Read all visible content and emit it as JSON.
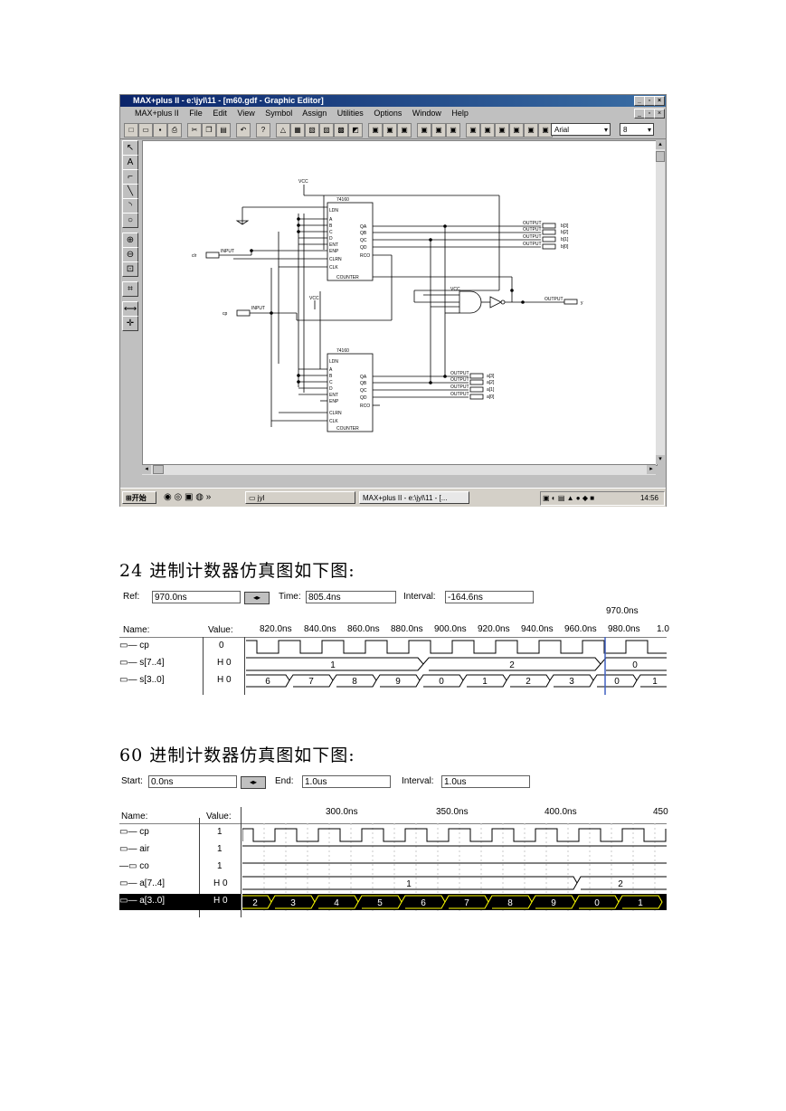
{
  "editor": {
    "title": "MAX+plus II - e:\\jyl\\11 - [m60.gdf - Graphic Editor]",
    "menu": [
      "MAX+plus II",
      "File",
      "Edit",
      "View",
      "Symbol",
      "Assign",
      "Utilities",
      "Options",
      "Window",
      "Help"
    ],
    "font_name": "Arial",
    "font_size": "8",
    "schematic": {
      "chip_name": "74160",
      "chip_footer": "COUNTER",
      "pins_left": [
        "LDN",
        "A",
        "B",
        "C",
        "D",
        "ENT",
        "ENP",
        "CLRN",
        "CLK"
      ],
      "pins_right": [
        "QA",
        "QB",
        "QC",
        "QD",
        "RCO"
      ],
      "vcc": "VCC",
      "input_label": "INPUT",
      "output_label": "OUTPUT",
      "input_cp": "cp",
      "input_clr": "clr",
      "output_y": "y",
      "outputs_top": [
        "b[3]",
        "b[2]",
        "b[1]",
        "b[0]"
      ],
      "outputs_bottom": [
        "a[3]",
        "a[2]",
        "a[1]",
        "a[0]"
      ]
    },
    "taskbar": {
      "start": "开始",
      "folder": "jyl",
      "app": "MAX+plus II - e:\\jyl\\11 - [...",
      "time": "14:56"
    }
  },
  "caption1": "24 进制计数器仿真图如下图:",
  "wave1": {
    "ref_label": "Ref:",
    "ref_value": "970.0ns",
    "time_label": "Time:",
    "time_value": "805.4ns",
    "interval_label": "Interval:",
    "interval_value": "-164.6ns",
    "cursor_label": "970.0ns",
    "name_header": "Name:",
    "value_header": "Value:",
    "ticks": [
      "820.0ns",
      "840.0ns",
      "860.0ns",
      "880.0ns",
      "900.0ns",
      "920.0ns",
      "940.0ns",
      "960.0ns",
      "980.0ns",
      "1.0"
    ],
    "signals": [
      {
        "name": "cp",
        "value": "0"
      },
      {
        "name": "s[7..4]",
        "value": "H 0",
        "segments": [
          "1",
          "2",
          "0"
        ]
      },
      {
        "name": "s[3..0]",
        "value": "H 0",
        "segments": [
          "6",
          "7",
          "8",
          "9",
          "0",
          "1",
          "2",
          "3",
          "0",
          "1"
        ]
      }
    ]
  },
  "caption2": "60 进制计数器仿真图如下图:",
  "wave2": {
    "start_label": "Start:",
    "start_value": "0.0ns",
    "end_label": "End:",
    "end_value": "1.0us",
    "interval_label": "Interval:",
    "interval_value": "1.0us",
    "name_header": "Name:",
    "value_header": "Value:",
    "ticks": [
      "300.0ns",
      "350.0ns",
      "400.0ns",
      "450"
    ],
    "signals": [
      {
        "name": "cp",
        "value": "1"
      },
      {
        "name": "air",
        "value": "1"
      },
      {
        "name": "co",
        "value": "1"
      },
      {
        "name": "a[7..4]",
        "value": "H 0",
        "segments": [
          "1",
          "2"
        ]
      },
      {
        "name": "a[3..0]",
        "value": "H 0",
        "segments": [
          "2",
          "3",
          "4",
          "5",
          "6",
          "7",
          "8",
          "9",
          "0",
          "1"
        ]
      }
    ]
  },
  "colors": {
    "titlebar": "#0a246a",
    "wire": "#000000",
    "bus_fill": "#ffff00",
    "highlight_row": "#000000"
  }
}
